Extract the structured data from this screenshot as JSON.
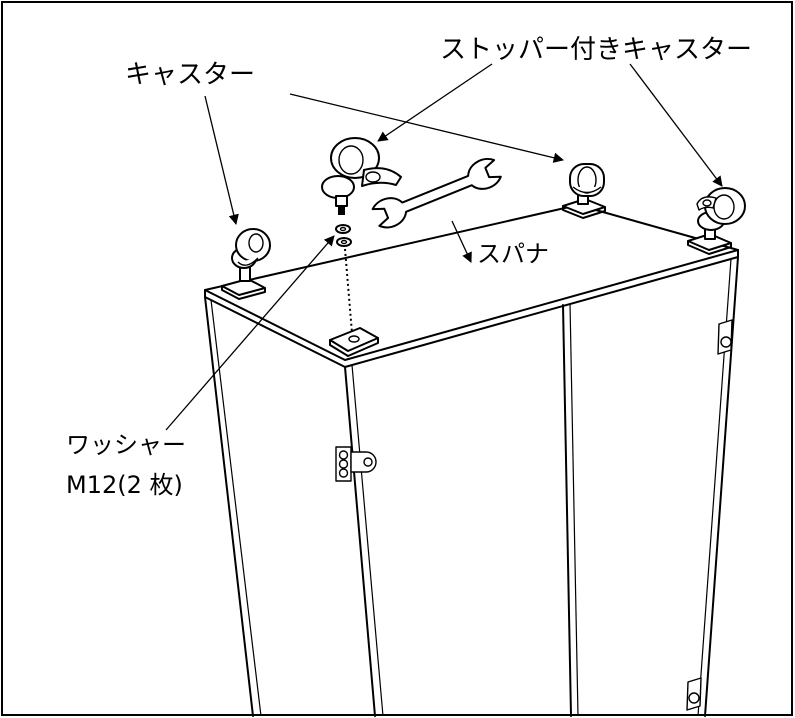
{
  "labels": {
    "caster": "キャスター",
    "stopper_caster": "ストッパー付きキャスター",
    "spanner": "スパナ",
    "washer": "ワッシャー",
    "washer_spec": "M12(2 枚)"
  }
}
